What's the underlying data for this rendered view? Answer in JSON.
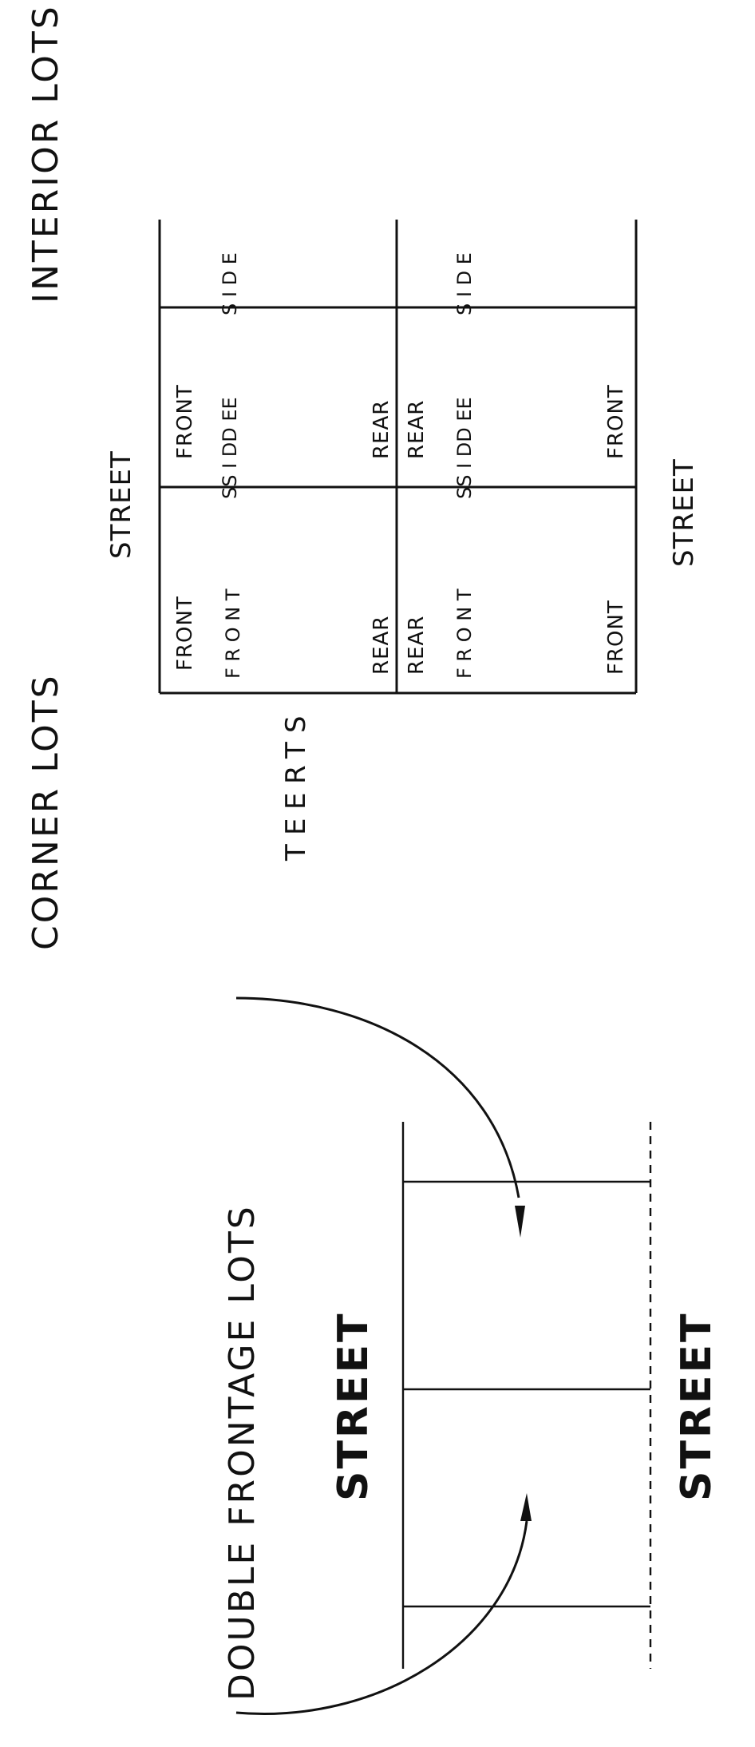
{
  "labels": {
    "interior_lots": "INTERIOR LOTS",
    "corner_lots": "CORNER LOTS",
    "double_frontage_lots": "DOUBLE FRONTAGE LOTS",
    "street": "STREET",
    "front": "FRONT",
    "rear": "REAR",
    "side": "SIDE"
  }
}
